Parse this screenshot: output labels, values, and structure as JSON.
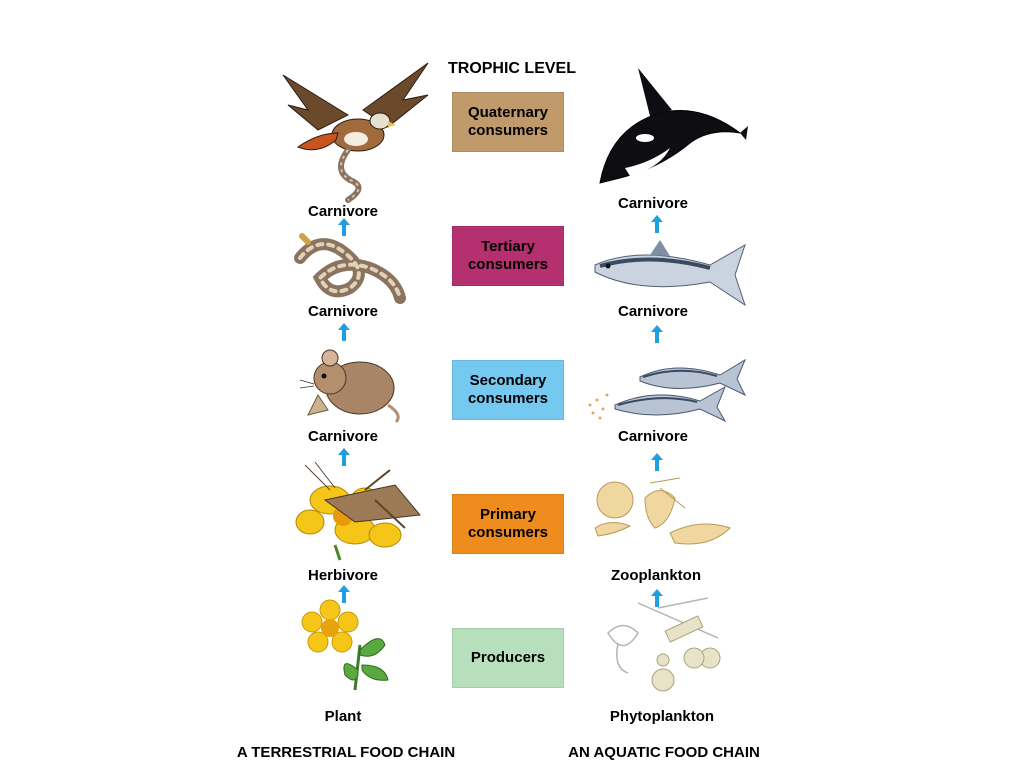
{
  "title": "TROPHIC LEVEL",
  "levels": [
    {
      "label": "Quaternary\nconsumers",
      "color": "#c19a6b"
    },
    {
      "label": "Tertiary\nconsumers",
      "color": "#b5306f"
    },
    {
      "label": "Secondary\nconsumers",
      "color": "#75c8f0"
    },
    {
      "label": "Primary\nconsumers",
      "color": "#ee8c1e"
    },
    {
      "label": "Producers",
      "color": "#b7dfbc"
    }
  ],
  "terrestrial": {
    "title": "A TERRESTRIAL FOOD CHAIN",
    "labels": [
      "Carnivore",
      "Carnivore",
      "Carnivore",
      "Herbivore",
      "Plant"
    ]
  },
  "aquatic": {
    "title": "AN AQUATIC FOOD CHAIN",
    "labels": [
      "Carnivore",
      "Carnivore",
      "Carnivore",
      "Zooplankton",
      "Phytoplankton"
    ]
  },
  "arrow_color": "#1ea0e0",
  "icons": {
    "terrestrial": [
      "hawk-icon",
      "snake-icon",
      "mouse-icon",
      "grasshopper-icon",
      "plant-icon"
    ],
    "aquatic": [
      "orca-icon",
      "tuna-icon",
      "fish-icon",
      "zooplankton-icon",
      "phytoplankton-icon"
    ]
  }
}
